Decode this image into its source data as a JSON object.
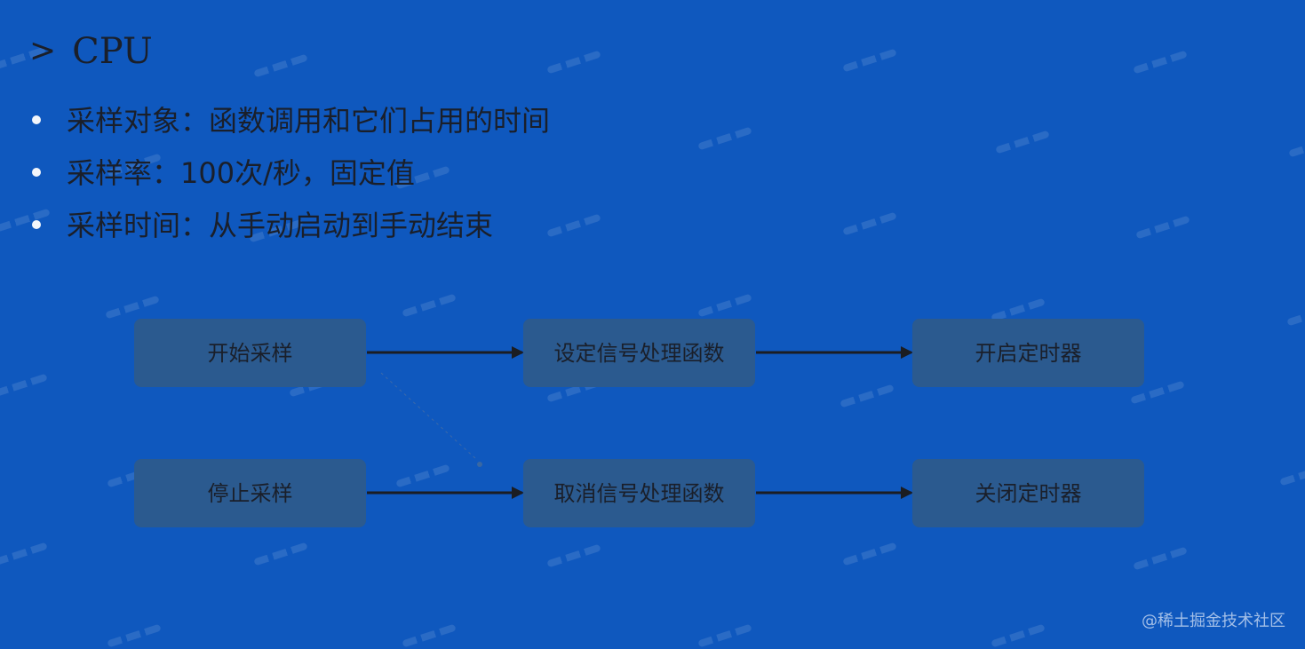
{
  "slide": {
    "title": {
      "marker": ">",
      "text": "CPU"
    },
    "bullets": [
      "采样对象：函数调用和它们占用的时间",
      "采样率：100次/秒，固定值",
      "采样时间：从手动启动到手动结束"
    ]
  },
  "diagram": {
    "nodes": {
      "start_sampling": "开始采样",
      "set_signal_handler": "设定信号处理函数",
      "start_timer": "开启定时器",
      "stop_sampling": "停止采样",
      "cancel_signal_handler": "取消信号处理函数",
      "stop_timer": "关闭定时器"
    }
  },
  "watermark": {
    "text": "@稀土掘金技术社区"
  },
  "colors": {
    "background": "#0f58be",
    "node_fill": "#2b5a8f",
    "text": "#1a1f2a",
    "arrow": "#1b1d22",
    "bullet_dot": "#f3f6fb",
    "watermark": "#cdddf4"
  }
}
